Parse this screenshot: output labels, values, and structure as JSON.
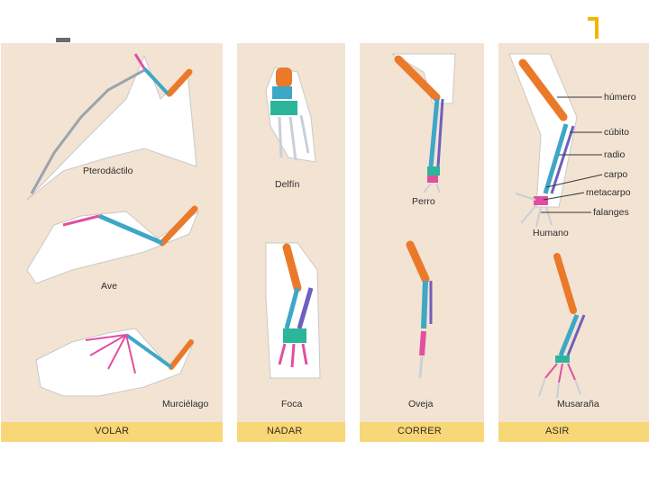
{
  "colors": {
    "panel_bg": "#f3e3d3",
    "footer_bg": "#f7d777",
    "humerus": "#ea7a2a",
    "ulna_radius": "#3ea7c7",
    "carpals": "#2bb59a",
    "metacarpals": "#e24fa0",
    "phalanges": "#c8d0d8",
    "accent": "#f2b600"
  },
  "panels": [
    {
      "footer": "VOLAR",
      "animals": [
        "Pterodáctilo",
        "Ave",
        "Murciélago"
      ]
    },
    {
      "footer": "NADAR",
      "animals": [
        "Delfín",
        "Foca"
      ]
    },
    {
      "footer": "CORRER",
      "animals": [
        "Perro",
        "Oveja"
      ]
    },
    {
      "footer": "ASIR",
      "animals": [
        "Humano",
        "Musaraña"
      ]
    }
  ],
  "bone_labels": [
    "húmero",
    "cúbito",
    "radio",
    "carpo",
    "metacarpo",
    "falanges"
  ]
}
